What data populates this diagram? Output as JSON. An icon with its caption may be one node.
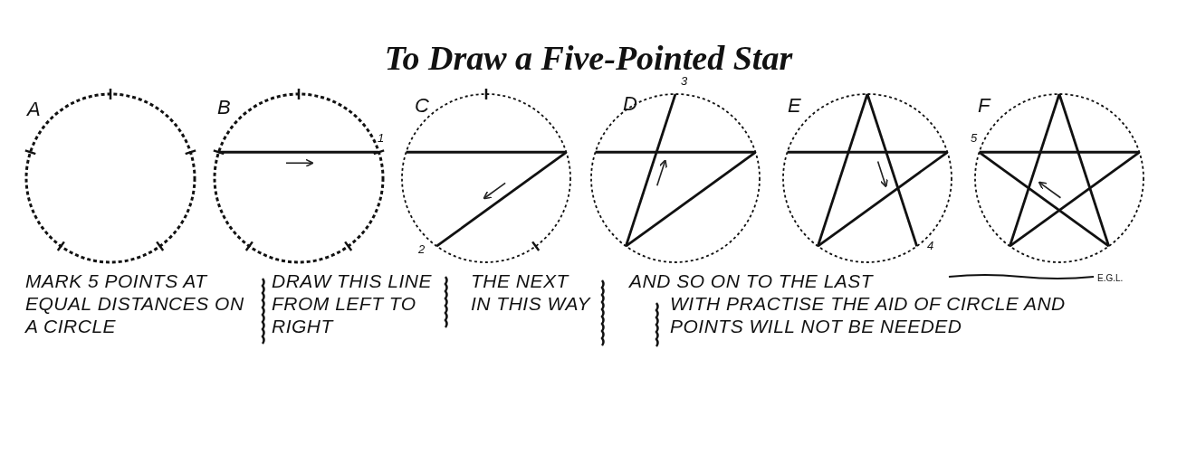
{
  "diagram": {
    "title": "To Draw a Five-Pointed Star",
    "labels": [
      "A",
      "B",
      "1",
      "C",
      "2",
      "D",
      "3",
      "E",
      "4",
      "F",
      "5",
      "MARK 5 POINTS AT EQUAL DISTANCES ON A CIRCLE",
      "DRAW THIS LINE FROM LEFT TO RIGHT",
      "THE NEXT IN THIS WAY",
      "AND SO ON TO THE LAST",
      "E.G.L.",
      "WITH PRACTISE THE AID OF CIRCLE AND POINTS WILL NOT BE NEEDED"
    ]
  }
}
